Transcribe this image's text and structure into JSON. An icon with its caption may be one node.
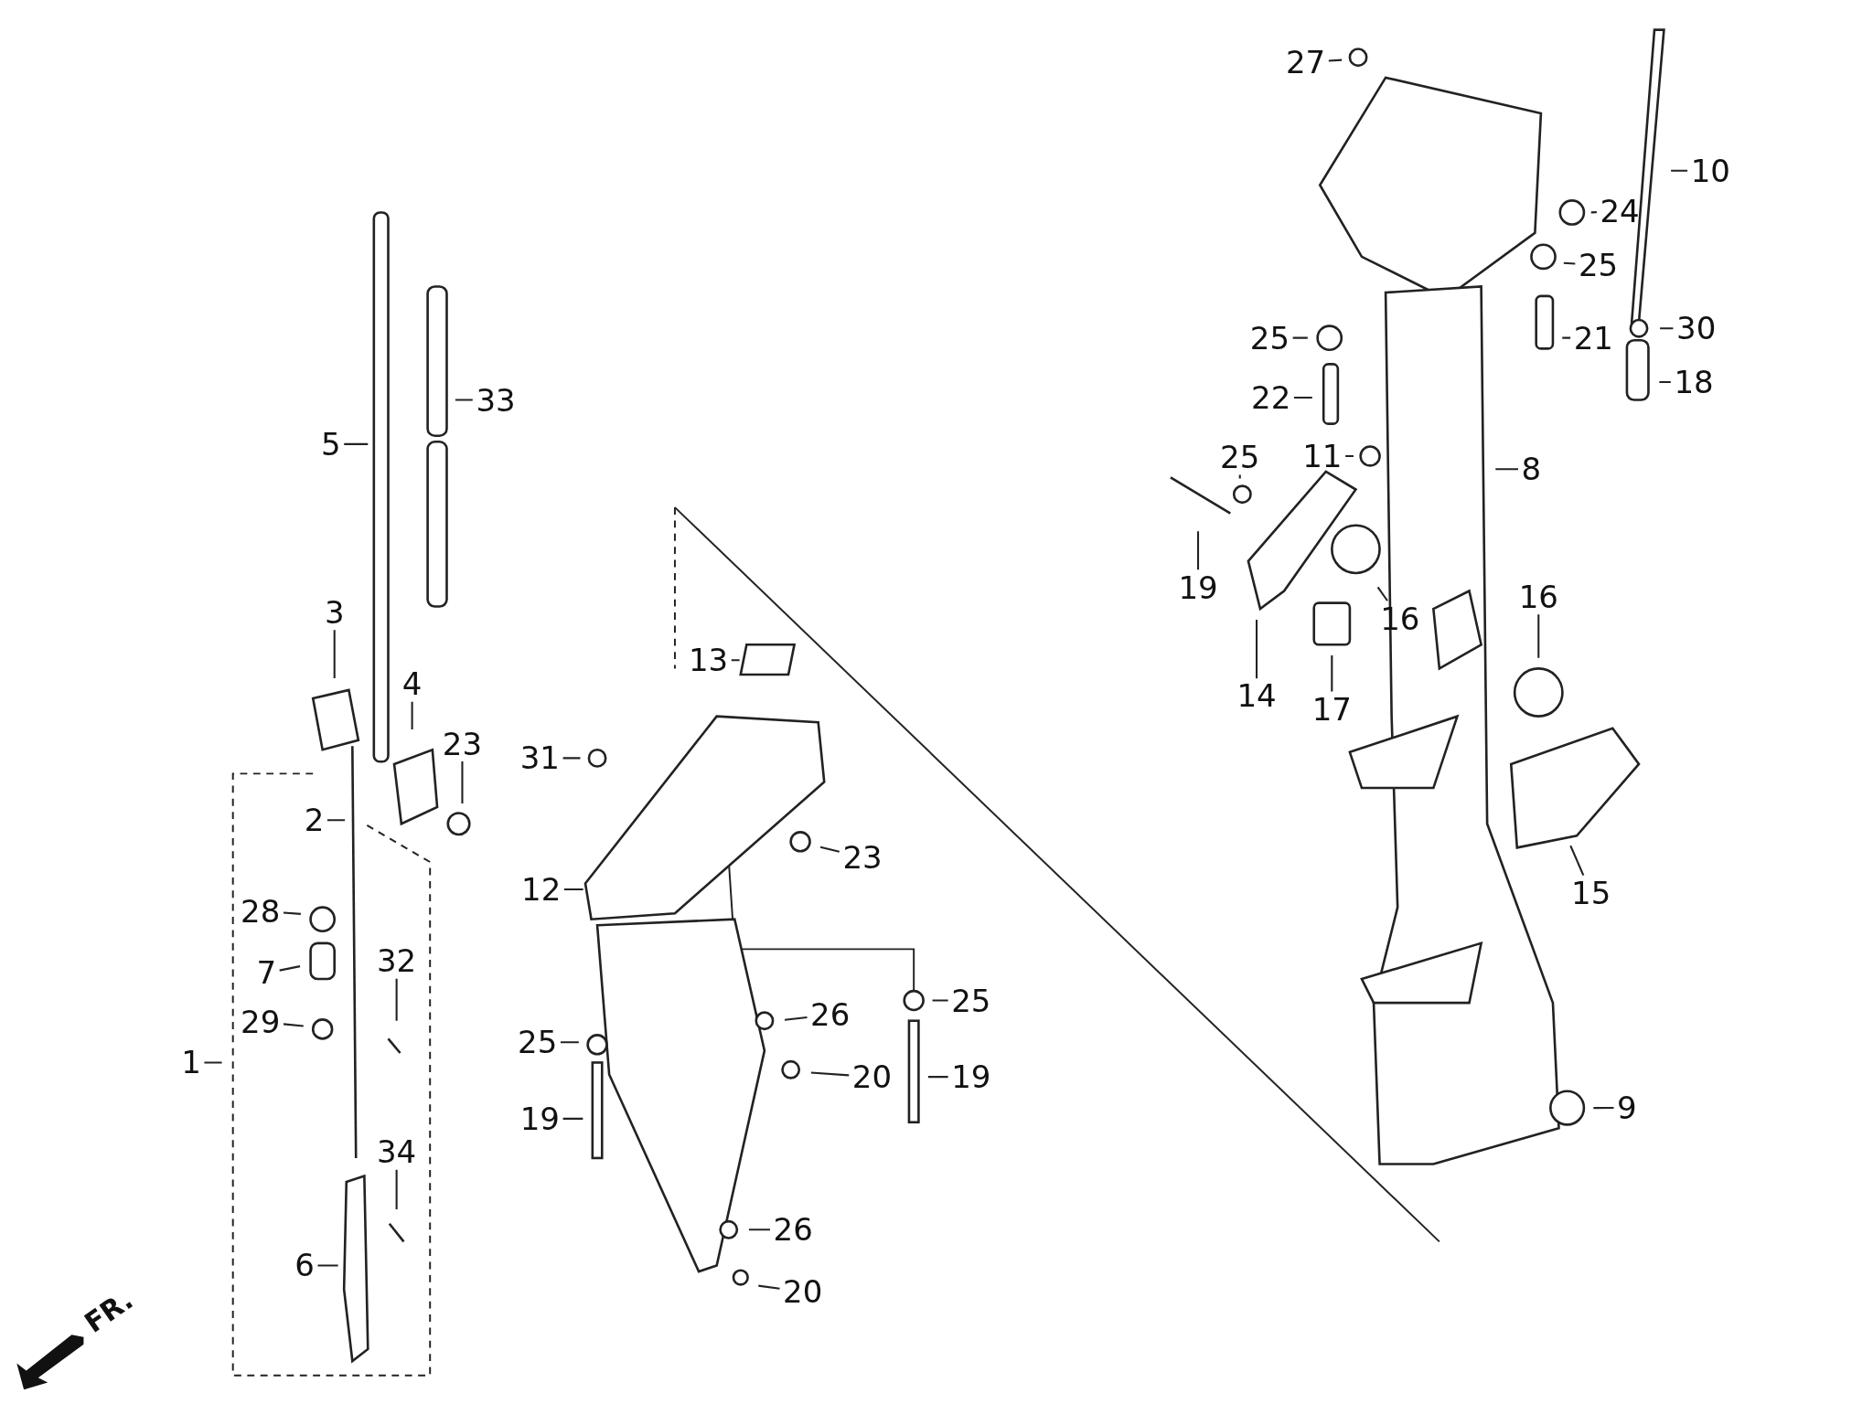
{
  "diagram": {
    "nodes": [
      {
        "text": [
          "27"
        ]
      },
      {
        "text": [
          "10"
        ]
      },
      {
        "text": [
          "24"
        ]
      },
      {
        "text": [
          "25"
        ]
      },
      {
        "text": [
          "25"
        ]
      },
      {
        "text": [
          "21"
        ]
      },
      {
        "text": [
          "30"
        ]
      },
      {
        "text": [
          "33"
        ]
      },
      {
        "text": [
          "22"
        ]
      },
      {
        "text": [
          "18"
        ]
      },
      {
        "text": [
          "5"
        ]
      },
      {
        "text": [
          "11"
        ]
      },
      {
        "text": [
          "25"
        ]
      },
      {
        "text": [
          "8"
        ]
      },
      {
        "text": [
          "19"
        ]
      },
      {
        "text": [
          "16"
        ]
      },
      {
        "text": [
          "16"
        ]
      },
      {
        "text": [
          "3"
        ]
      },
      {
        "text": [
          "13"
        ]
      },
      {
        "text": [
          "14"
        ]
      },
      {
        "text": [
          "17"
        ]
      },
      {
        "text": [
          "4"
        ]
      },
      {
        "text": [
          "23"
        ]
      },
      {
        "text": [
          "31"
        ]
      },
      {
        "text": [
          "2"
        ]
      },
      {
        "text": [
          "23"
        ]
      },
      {
        "text": [
          "12"
        ]
      },
      {
        "text": [
          "15"
        ]
      },
      {
        "text": [
          "28"
        ]
      },
      {
        "text": [
          "7"
        ]
      },
      {
        "text": [
          "32"
        ]
      },
      {
        "text": [
          "25"
        ]
      },
      {
        "text": [
          "26"
        ]
      },
      {
        "text": [
          "1"
        ]
      },
      {
        "text": [
          "29"
        ]
      },
      {
        "text": [
          "25"
        ]
      },
      {
        "text": [
          "20"
        ]
      },
      {
        "text": [
          "19"
        ]
      },
      {
        "text": [
          "9"
        ]
      },
      {
        "text": [
          "19"
        ]
      },
      {
        "text": [
          "34"
        ]
      },
      {
        "text": [
          "26"
        ]
      },
      {
        "text": [
          "6"
        ]
      },
      {
        "text": [
          "20"
        ]
      }
    ],
    "edges": [
      {
        "from": 0,
        "to": null,
        "arrow": "none"
      },
      {
        "from": 1,
        "to": null,
        "arrow": "none"
      },
      {
        "from": 2,
        "to": null,
        "arrow": "none"
      },
      {
        "from": 3,
        "to": null,
        "arrow": "none"
      },
      {
        "from": 4,
        "to": null,
        "arrow": "none"
      },
      {
        "from": 5,
        "to": null,
        "arrow": "none"
      },
      {
        "from": 6,
        "to": null,
        "arrow": "none"
      },
      {
        "from": 7,
        "to": null,
        "arrow": "none"
      },
      {
        "from": 8,
        "to": null,
        "arrow": "none"
      },
      {
        "from": 9,
        "to": null,
        "arrow": "none"
      },
      {
        "from": 10,
        "to": null,
        "arrow": "none"
      },
      {
        "from": 11,
        "to": null,
        "arrow": "none"
      },
      {
        "from": 12,
        "to": null,
        "arrow": "none"
      },
      {
        "from": 13,
        "to": null,
        "arrow": "none"
      },
      {
        "from": 14,
        "to": null,
        "arrow": "none"
      },
      {
        "from": 15,
        "to": null,
        "arrow": "none"
      },
      {
        "from": 16,
        "to": null,
        "arrow": "none"
      },
      {
        "from": 17,
        "to": null,
        "arrow": "none"
      },
      {
        "from": 18,
        "to": null,
        "arrow": "none"
      },
      {
        "from": 19,
        "to": null,
        "arrow": "none"
      },
      {
        "from": 20,
        "to": null,
        "arrow": "none"
      },
      {
        "from": 21,
        "to": null,
        "arrow": "none"
      },
      {
        "from": 22,
        "to": null,
        "arrow": "none"
      },
      {
        "from": 23,
        "to": null,
        "arrow": "none"
      },
      {
        "from": 24,
        "to": null,
        "arrow": "none"
      },
      {
        "from": 25,
        "to": null,
        "arrow": "none"
      },
      {
        "from": 26,
        "to": null,
        "arrow": "none"
      },
      {
        "from": 27,
        "to": null,
        "arrow": "none"
      },
      {
        "from": 28,
        "to": null,
        "arrow": "none"
      },
      {
        "from": 29,
        "to": null,
        "arrow": "none"
      },
      {
        "from": 30,
        "to": null,
        "arrow": "none"
      },
      {
        "from": 31,
        "to": null,
        "arrow": "none"
      },
      {
        "from": 32,
        "to": null,
        "arrow": "none"
      },
      {
        "from": 33,
        "to": null,
        "arrow": "none"
      },
      {
        "from": 34,
        "to": null,
        "arrow": "none"
      },
      {
        "from": 35,
        "to": null,
        "arrow": "none"
      },
      {
        "from": 36,
        "to": null,
        "arrow": "none"
      },
      {
        "from": 37,
        "to": null,
        "arrow": "none"
      },
      {
        "from": 38,
        "to": null,
        "arrow": "none"
      },
      {
        "from": 39,
        "to": null,
        "arrow": "none"
      },
      {
        "from": 40,
        "to": null,
        "arrow": "none"
      },
      {
        "from": 41,
        "to": null,
        "arrow": "none"
      },
      {
        "from": 42,
        "to": null,
        "arrow": "none"
      },
      {
        "from": 43,
        "to": null,
        "arrow": "none"
      }
    ],
    "labels": [
      "FR."
    ]
  }
}
